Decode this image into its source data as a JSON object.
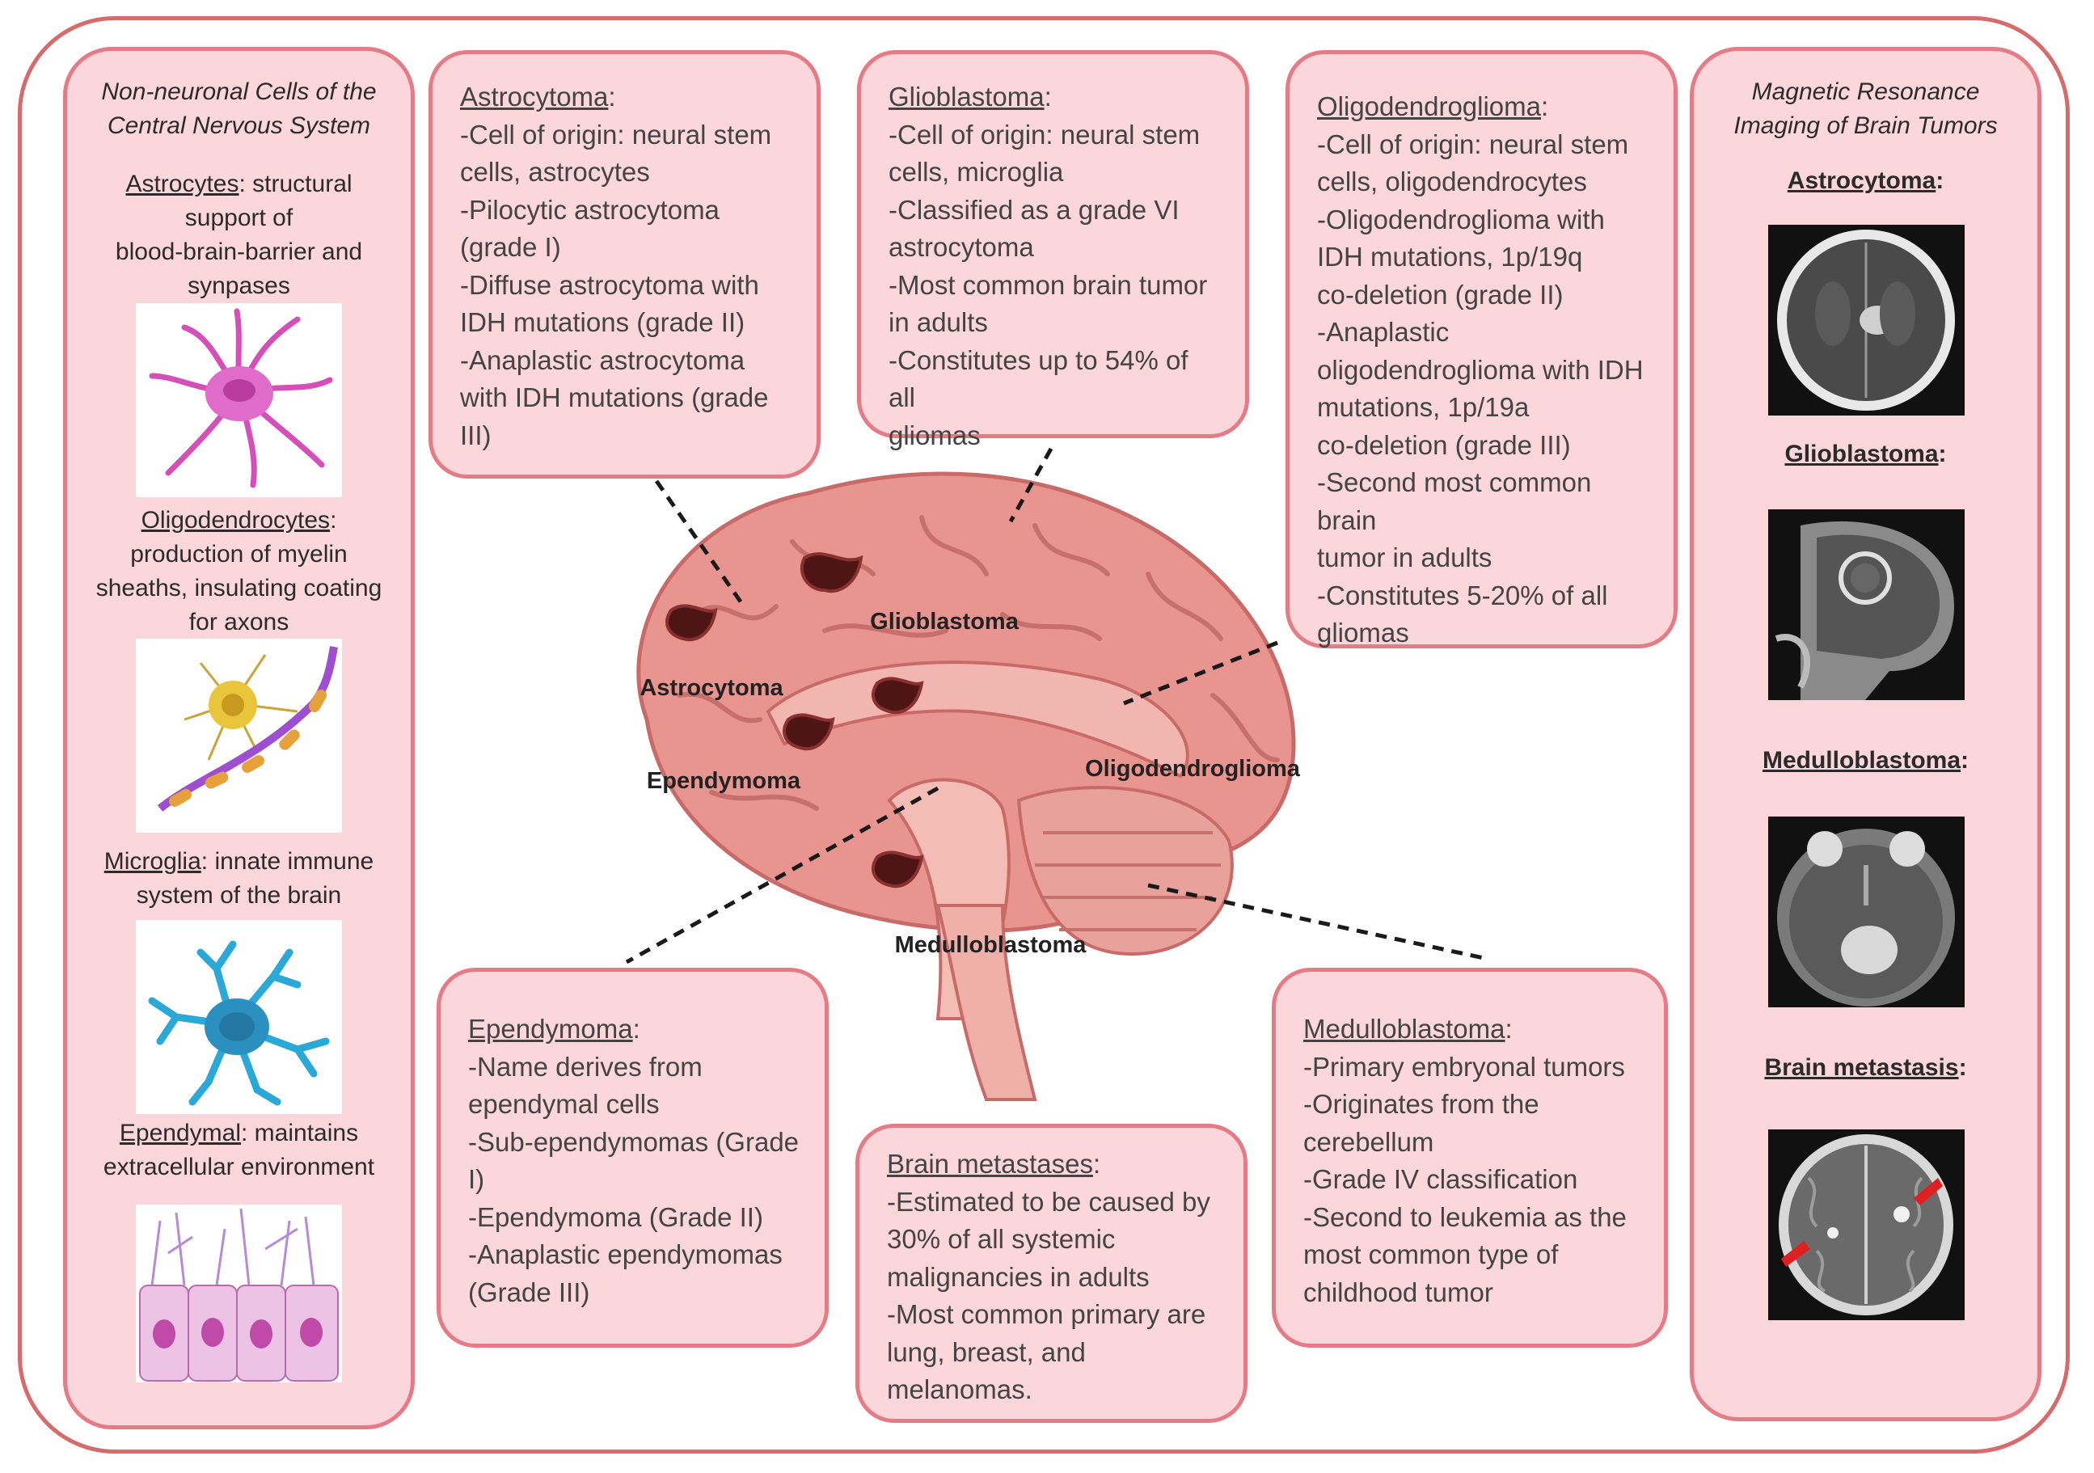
{
  "left_panel": {
    "title_line1": "Non-neuronal Cells of the",
    "title_line2": "Central Nervous System",
    "astrocytes": {
      "name": "Astrocytes",
      "l1": ": structural",
      "l2": "support of",
      "l3": "blood-brain-barrier and",
      "l4": "synpases"
    },
    "oligodendrocytes": {
      "name": "Oligodendrocytes",
      "l1": ":",
      "l2": "production of myelin",
      "l3": "sheaths, insulating coating",
      "l4": "for axons"
    },
    "microglia": {
      "name": "Microglia",
      "l1": ": innate immune",
      "l2": "system of the brain"
    },
    "ependymal": {
      "name": "Ependymal",
      "l1": ": maintains",
      "l2": "extracellular environment"
    }
  },
  "right_panel": {
    "title_line1": "Magnetic Resonance",
    "title_line2": "Imaging of Brain Tumors",
    "items": [
      {
        "name": "Astrocytoma",
        "suffix": ":"
      },
      {
        "name": "Glioblastoma",
        "suffix": ":"
      },
      {
        "name": "Medulloblastoma",
        "suffix": ":"
      },
      {
        "name": "Brain metastasis",
        "suffix": ":"
      }
    ]
  },
  "boxes": {
    "astrocytoma": {
      "heading": "Astrocytoma",
      "lines": [
        "-Cell of origin: neural stem",
        "cells, astrocytes",
        "-Pilocytic astrocytoma",
        "(grade I)",
        "-Diffuse astrocytoma with",
        "IDH mutations (grade II)",
        "-Anaplastic astrocytoma",
        "with IDH mutations (grade",
        "III)"
      ]
    },
    "glioblastoma": {
      "heading": "Glioblastoma",
      "lines": [
        "-Cell of origin: neural stem",
        "cells, microglia",
        "-Classified as a grade VI",
        "astrocytoma",
        "-Most common brain tumor",
        "in adults",
        "-Constitutes up to 54% of all",
        "gliomas"
      ]
    },
    "oligodendroglioma": {
      "heading": "Oligodendroglioma",
      "lines": [
        "-Cell of origin: neural stem",
        "cells, oligodendrocytes",
        "-Oligodendroglioma with",
        "IDH mutations, 1p/19q",
        "co-deletion (grade II)",
        "-Anaplastic",
        "oligodendroglioma with IDH",
        "mutations, 1p/19a",
        "co-deletion (grade III)",
        "-Second most common brain",
        "tumor in adults",
        "-Constitutes 5-20% of all",
        "gliomas"
      ]
    },
    "ependymoma": {
      "heading": "Ependymoma",
      "lines": [
        "-Name derives from",
        "ependymal cells",
        "-Sub-ependymomas (Grade",
        "I)",
        "-Ependymoma (Grade II)",
        "-Anaplastic ependymomas",
        "(Grade III)"
      ]
    },
    "metastases": {
      "heading": "Brain metastases",
      "lines": [
        "-Estimated to be caused by",
        "30% of all systemic",
        "malignancies in adults",
        "-Most common primary are",
        "lung, breast, and",
        "melanomas."
      ]
    },
    "medulloblastoma": {
      "heading": "Medulloblastoma",
      "lines": [
        "-Primary embryonal tumors",
        "-Originates from the",
        "cerebellum",
        "-Grade IV classification",
        "-Second to leukemia as the",
        "most common type of",
        "childhood tumor"
      ]
    },
    "heading_suffix": ":"
  },
  "brain_labels": {
    "glioblastoma": "Glioblastoma",
    "astrocytoma": "Astrocytoma",
    "oligodendroglioma": "Oligodendroglioma",
    "ependymoma": "Ependymoma",
    "medulloblastoma": "Medulloblastoma"
  },
  "colors": {
    "panel_fill": "#fbd6da",
    "panel_border": "#e57b84",
    "frame_border": "#d76a6a",
    "brain": "#e8948f",
    "tumor": "#5a1b1b"
  }
}
